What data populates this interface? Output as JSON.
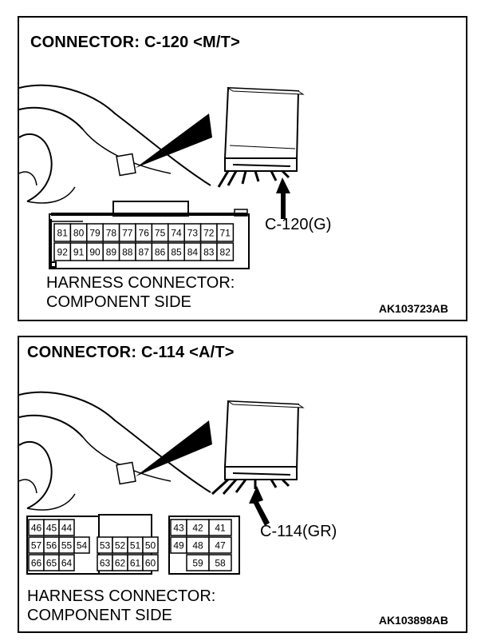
{
  "panels": [
    {
      "title": "CONNECTOR: C-120 <M/T>",
      "connector_label": "C-120(G)",
      "caption_line1": "HARNESS CONNECTOR:",
      "caption_line2": "COMPONENT SIDE",
      "figure_code": "AK103723AB",
      "pins_row1": [
        "81",
        "80",
        "79",
        "78",
        "77",
        "76",
        "75",
        "74",
        "73",
        "72",
        "71"
      ],
      "pins_row2": [
        "92",
        "91",
        "90",
        "89",
        "88",
        "87",
        "86",
        "85",
        "84",
        "83",
        "82"
      ]
    },
    {
      "title": "CONNECTOR: C-114 <A/T>",
      "connector_label": "C-114(GR)",
      "caption_line1": "HARNESS CONNECTOR:",
      "caption_line2": "COMPONENT SIDE",
      "figure_code": "AK103898AB",
      "left_row1": [
        "46",
        "45",
        "44"
      ],
      "left_row2": [
        "57",
        "56",
        "55",
        "54"
      ],
      "left_row3": [
        "66",
        "65",
        "64"
      ],
      "mid_row2": [
        "53",
        "52",
        "51",
        "50"
      ],
      "mid_row3": [
        "63",
        "62",
        "61",
        "60"
      ],
      "right_row1": [
        "43",
        "42",
        "41"
      ],
      "right_row2": [
        "49",
        "48",
        "47"
      ],
      "right_row3": [
        "59",
        "58"
      ]
    }
  ]
}
